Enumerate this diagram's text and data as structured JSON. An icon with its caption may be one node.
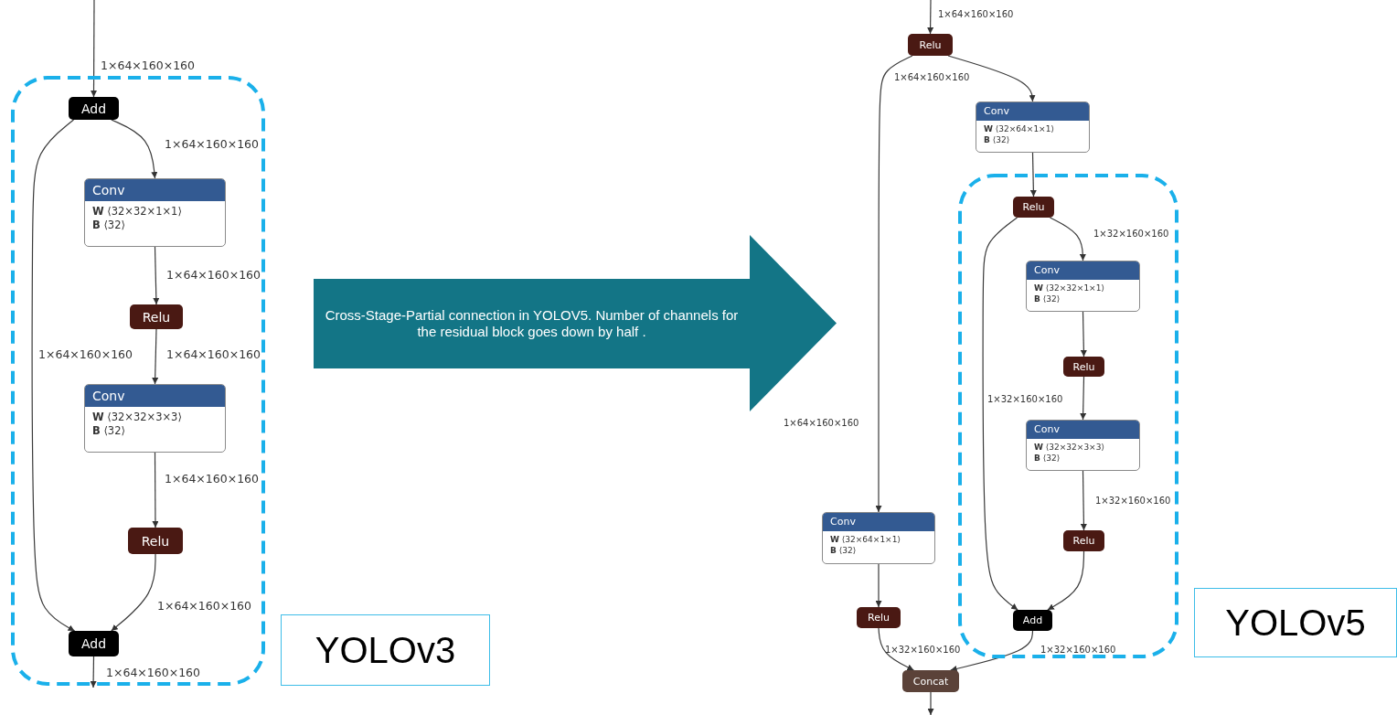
{
  "diagram": {
    "nodes": [
      {
        "text": [],
        "shape": "box"
      },
      {
        "text": [
          "Add"
        ],
        "in": 0
      },
      {
        "text": [
          "Conv",
          "**W** ⟨32×32×1×1⟩",
          "**B** ⟨32⟩"
        ],
        "in": 0
      },
      {
        "text": [
          "Relu"
        ],
        "in": 0
      },
      {
        "text": [
          "Conv",
          "**W** ⟨32×32×3×3⟩",
          "**B** ⟨32⟩"
        ],
        "in": 0
      },
      {
        "text": [
          "Relu"
        ],
        "in": 0
      },
      {
        "text": [
          "Add"
        ],
        "in": 0
      },
      {
        "text": [
          "YOLOv3"
        ]
      },
      {
        "text": [
          "Cross-Stage-Partial connection in YOLOV5. Number of channels for the residual block goes down by half ."
        ]
      },
      {
        "text": [
          "Relu"
        ]
      },
      {
        "text": [
          "Conv",
          "**W** ⟨32×64×1×1⟩",
          "**B** ⟨32⟩"
        ]
      },
      {
        "text": [],
        "shape": "box"
      },
      {
        "text": [
          "Relu"
        ],
        "in": 11
      },
      {
        "text": [
          "Conv",
          "**W** ⟨32×32×1×1⟩",
          "**B** ⟨32⟩"
        ],
        "in": 11
      },
      {
        "text": [
          "Relu"
        ],
        "in": 11
      },
      {
        "text": [
          "Conv",
          "**W** ⟨32×32×3×3⟩",
          "**B** ⟨32⟩"
        ],
        "in": 11
      },
      {
        "text": [
          "Relu"
        ],
        "in": 11
      },
      {
        "text": [
          "Add"
        ],
        "in": 11
      },
      {
        "text": [
          "Conv",
          "**W** ⟨32×64×1×1⟩",
          "**B** ⟨32⟩"
        ]
      },
      {
        "text": [
          "Relu"
        ]
      },
      {
        "text": [
          "Concat"
        ]
      },
      {
        "text": [
          "YOLOv5"
        ]
      }
    ],
    "edges": [
      {
        "from": null,
        "to": 1,
        "arrow": "to",
        "label": "1×64×160×160"
      },
      {
        "from": 1,
        "to": 2,
        "arrow": "to",
        "label": "1×64×160×160"
      },
      {
        "from": 2,
        "to": 3,
        "arrow": "to",
        "label": "1×64×160×160"
      },
      {
        "from": 3,
        "to": 4,
        "arrow": "to",
        "label": "1×64×160×160"
      },
      {
        "from": 1,
        "to": 6,
        "arrow": "to",
        "label": "1×64×160×160"
      },
      {
        "from": 4,
        "to": 5,
        "arrow": "to",
        "label": "1×64×160×160"
      },
      {
        "from": 5,
        "to": 6,
        "arrow": "to",
        "label": "1×64×160×160"
      },
      {
        "from": 6,
        "to": null,
        "arrow": "to",
        "label": "1×64×160×160"
      },
      {
        "from": null,
        "to": 9,
        "arrow": "to",
        "label": "1×64×160×160"
      },
      {
        "from": 9,
        "to": 18,
        "arrow": "to",
        "label": "1×64×160×160"
      },
      {
        "from": 9,
        "to": 10,
        "arrow": "to"
      },
      {
        "from": 10,
        "to": 12,
        "arrow": "to"
      },
      {
        "from": 12,
        "to": 13,
        "arrow": "to",
        "label": "1×32×160×160"
      },
      {
        "from": 12,
        "to": 17,
        "arrow": "to",
        "label": "1×32×160×160"
      },
      {
        "from": 13,
        "to": 14,
        "arrow": "to"
      },
      {
        "from": 14,
        "to": 15,
        "arrow": "to"
      },
      {
        "from": 15,
        "to": 16,
        "arrow": "to",
        "label": "1×32×160×160"
      },
      {
        "from": 16,
        "to": 17,
        "arrow": "to"
      },
      {
        "from": 18,
        "to": 19,
        "arrow": "to"
      },
      {
        "from": 19,
        "to": 20,
        "arrow": "to",
        "label": "1×32×160×160"
      },
      {
        "from": 17,
        "to": 20,
        "arrow": "to",
        "label": "1×32×160×160"
      },
      {
        "from": 20,
        "to": null,
        "arrow": "to"
      }
    ],
    "labels": [
      "1×64×160×160"
    ]
  }
}
